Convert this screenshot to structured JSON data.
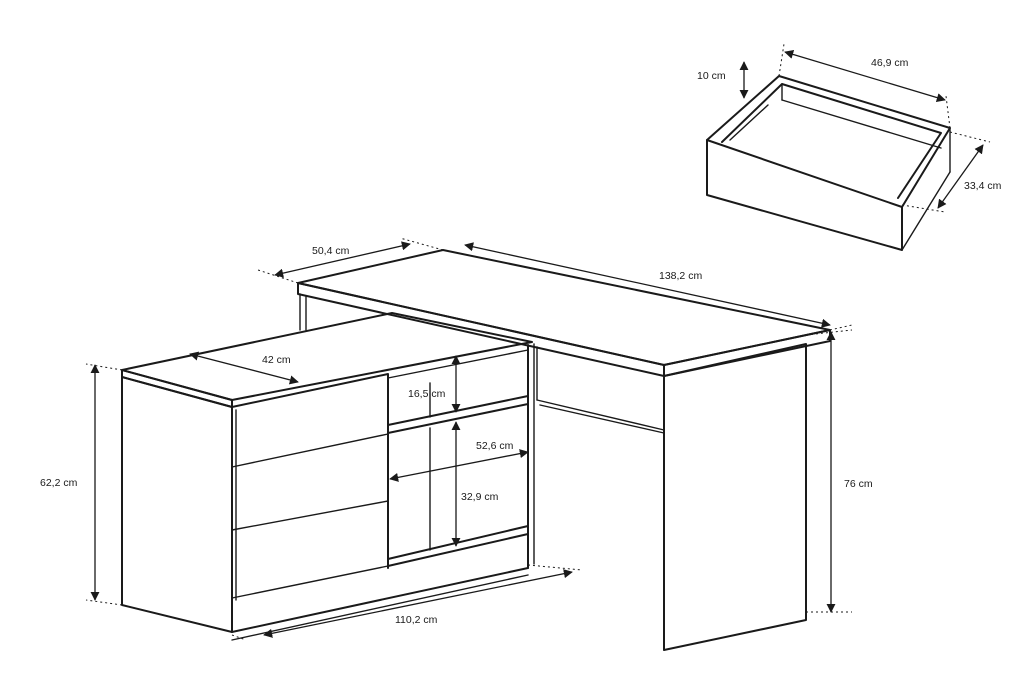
{
  "dimensions": {
    "drawer_height": "10 cm",
    "drawer_width": "46,9 cm",
    "drawer_depth": "33,4 cm",
    "desk_depth": "50,4 cm",
    "desk_length": "138,2 cm",
    "cabinet_depth": "42 cm",
    "shelf_upper_height": "16,5 cm",
    "shelf_width": "52,6 cm",
    "shelf_lower_height": "32,9 cm",
    "cabinet_height": "62,2 cm",
    "desk_height": "76 cm",
    "cabinet_length": "110,2 cm"
  }
}
